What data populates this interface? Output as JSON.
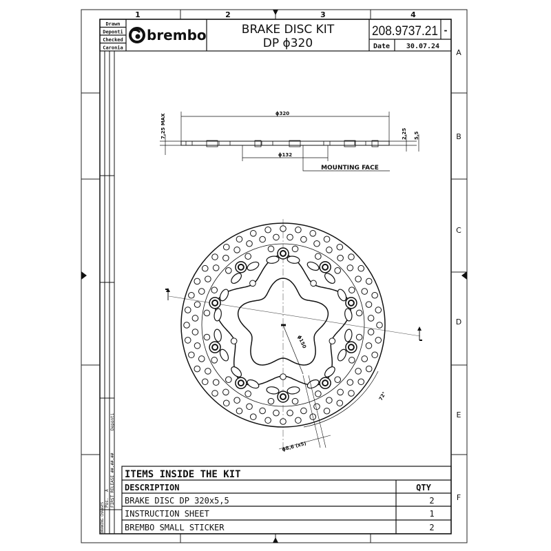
{
  "grid": {
    "columns": [
      "1",
      "2",
      "3",
      "4"
    ],
    "rows": [
      "A",
      "B",
      "C",
      "D",
      "E",
      "F"
    ]
  },
  "title_block": {
    "labels": [
      "Drawn",
      "Deponti",
      "Checked",
      "Caronia"
    ],
    "logo": "brembo",
    "title_line1": "BRAKE DISC KIT",
    "title_line2": "DP ϕ320",
    "part_number": "208.9737.21",
    "revision": "-",
    "date_label": "Date",
    "date_value": "30.07.24"
  },
  "revision_strip": {
    "pos_label": "Pos.",
    "pos_value": "A",
    "release": "FIRST RELEASE ##.##.##",
    "author": "Deponti",
    "changes_label": "DRAWING CHANGES"
  },
  "side_view": {
    "dim_outer": "ϕ320",
    "dim_inner": "ϕ132",
    "dim_height": "7,25 MAX",
    "dim_offset": "2,25",
    "dim_thickness": "5,5",
    "mounting_face": "MOUNTING FACE"
  },
  "front_view": {
    "dim_pcd": "ϕ150",
    "dim_holes": "ϕ8,6 (x5)",
    "dim_angle": "72°"
  },
  "kit_table": {
    "title": "ITEMS INSIDE THE KIT",
    "col_description": "DESCRIPTION",
    "col_qty": "QTY",
    "rows": [
      {
        "description": "BRAKE DISC DP 320x5,5",
        "qty": "2"
      },
      {
        "description": "INSTRUCTION SHEET",
        "qty": "1"
      },
      {
        "description": "BREMBO SMALL STICKER",
        "qty": "2"
      }
    ]
  }
}
